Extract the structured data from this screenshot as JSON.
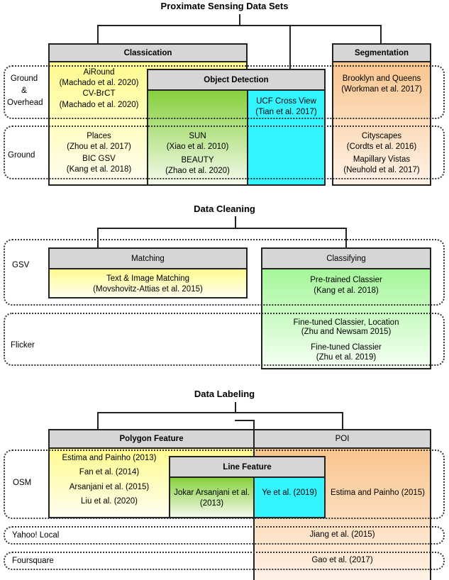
{
  "section1": {
    "title": "Proximate Sensing Data Sets",
    "rows": {
      "ground_overhead": "Ground\n&\nOverhead",
      "ground": "Ground"
    },
    "classification": {
      "header": "Classication",
      "items": [
        {
          "name": "AiRound",
          "cite": "(Machado et al. 2020)"
        },
        {
          "name": "CV-BrCT",
          "cite": "(Machado et al. 2020)"
        },
        {
          "name": "Places",
          "cite": "(Zhou et al. 2017)"
        },
        {
          "name": "BIC GSV",
          "cite": "(Kang et al. 2018)"
        }
      ]
    },
    "object_detection": {
      "header": "Object Detection",
      "items": [
        {
          "name": "SUN",
          "cite": "(Xiao et al. 2010)"
        },
        {
          "name": "BEAUTY",
          "cite": "(Zhao et al. 2020)"
        }
      ]
    },
    "cross_view": {
      "name": "UCF Cross View",
      "cite": "(Tian et al. 2017)"
    },
    "segmentation": {
      "header": "Segmentation",
      "items": [
        {
          "name": "Brooklyn and Queens",
          "cite": "(Workman et al. 2017)"
        },
        {
          "name": "Cityscapes",
          "cite": "(Cordts et al. 2016)"
        },
        {
          "name": "Mapillary Vistas",
          "cite": "(Neuhold et al. 2017)"
        }
      ]
    }
  },
  "section2": {
    "title": "Data Cleaning",
    "rows": {
      "gsv": "GSV",
      "flicker": "Flicker"
    },
    "matching": {
      "header": "Matching",
      "items": [
        {
          "name": "Text & Image Matching",
          "cite": "(Movshovitz-Attias et al. 2015)"
        }
      ]
    },
    "classifying": {
      "header": "Classifying",
      "items": [
        {
          "name": "Pre-trained Classier",
          "cite": "(Kang et al. 2018)"
        },
        {
          "name": "Fine-tuned Classier, Location",
          "cite": "(Zhu and Newsam 2015)"
        },
        {
          "name": "Fine-tuned Classier",
          "cite": "(Zhu et al. 2019)"
        }
      ]
    }
  },
  "section3": {
    "title": "Data Labeling",
    "rows": {
      "osm": "OSM",
      "yahoo": "Yahoo! Local",
      "foursquare": "Foursquare"
    },
    "polygon": {
      "header": "Polygon Feature",
      "items": [
        "Estima and Painho (2013)",
        "Fan et al. (2014)",
        "Arsanjani et al. (2015)",
        "Liu et al. (2020)"
      ]
    },
    "line": {
      "header": "Line Feature",
      "items": [
        "Jokar Arsanjani et al.",
        "(2013)",
        "Ye et al. (2019)"
      ]
    },
    "poi": {
      "header": "POI",
      "items": [
        "Estima and Painho (2015)",
        "Jiang et al. (2015)",
        "Gao et al. (2017)"
      ]
    }
  }
}
